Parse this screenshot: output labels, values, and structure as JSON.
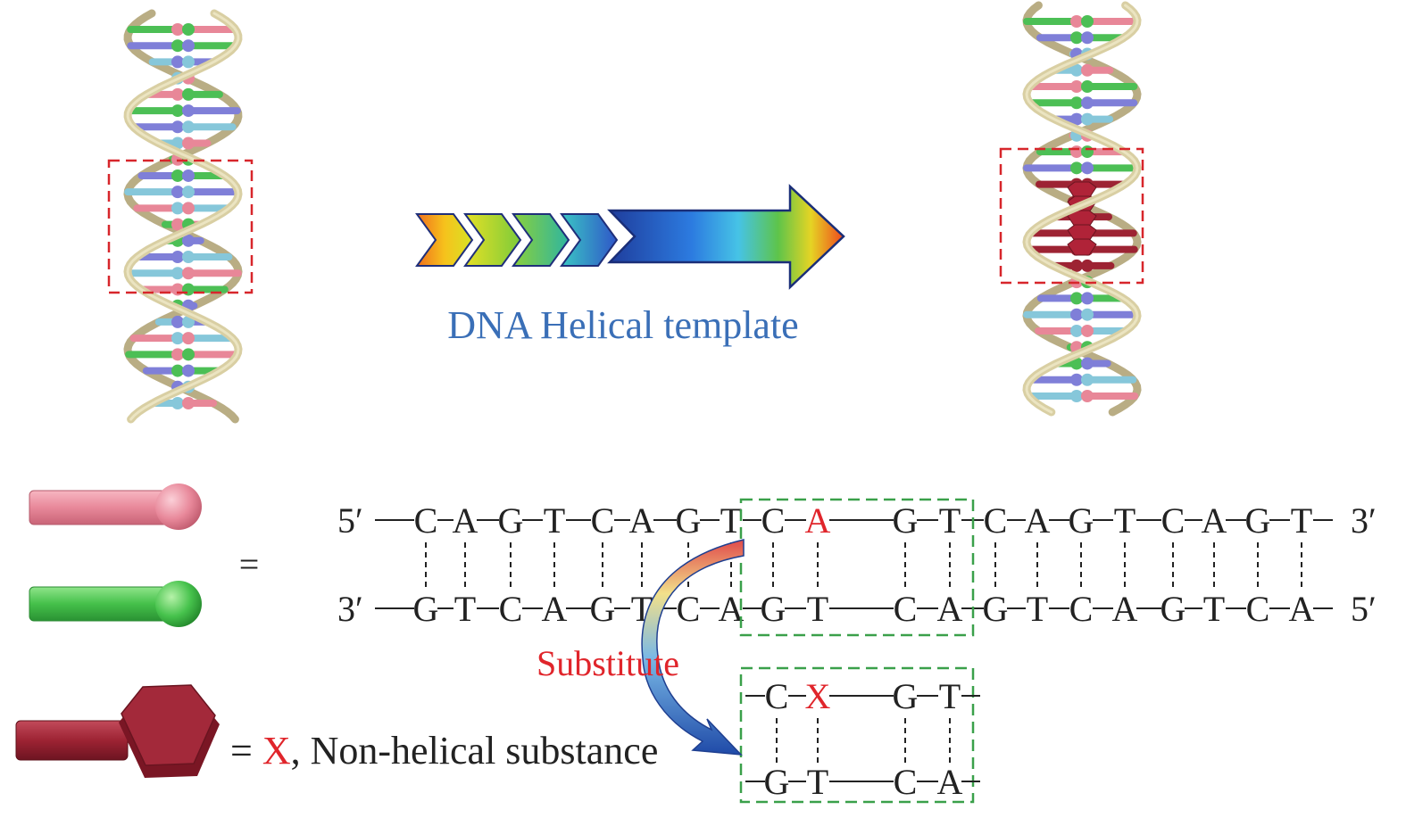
{
  "arrow_label": "DNA Helical template",
  "strand_top": {
    "end_left": "5′",
    "end_right": "3′",
    "bases": [
      "C",
      "A",
      "G",
      "T",
      "C",
      "A",
      "G",
      "T",
      "C",
      "A",
      "G",
      "T",
      "C",
      "A",
      "G",
      "T",
      "C",
      "A",
      "G",
      "T"
    ]
  },
  "strand_bottom": {
    "end_left": "3′",
    "end_right": "5′",
    "bases": [
      "G",
      "T",
      "C",
      "A",
      "G",
      "T",
      "C",
      "A",
      "G",
      "T",
      "C",
      "A",
      "G",
      "T",
      "C",
      "A",
      "G",
      "T",
      "C",
      "A"
    ]
  },
  "substituted_base": "X",
  "substitute_label": "Substitute",
  "detail_top": [
    "C",
    "X",
    "G",
    "T"
  ],
  "detail_bottom": [
    "G",
    "T",
    "C",
    "A"
  ],
  "legend": {
    "equals": "=",
    "x_equals": "= ",
    "x_symbol": "X",
    "x_desc": ", Non-helical substance"
  },
  "colors": {
    "red_text": "#e0252b",
    "label_blue": "#3a6fb7",
    "red_dash": "#d7262b",
    "green_dash": "#3aa04a",
    "backbone": "#d9cfa3",
    "pink": "#e88798",
    "green": "#4cbf55",
    "blue": "#7f7fd8",
    "cyan": "#86c7da",
    "maroon": "#9d2333"
  },
  "icons": [
    "dna-helix-icon",
    "gradient-arrow-icon",
    "curved-arrow-icon",
    "hexagon-base-icon"
  ]
}
